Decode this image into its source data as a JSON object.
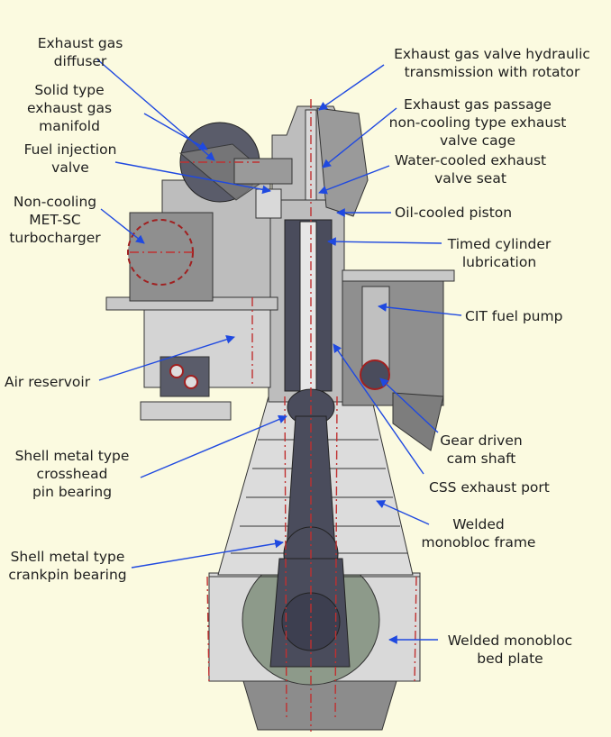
{
  "labels": {
    "exhaust_gas_diffuser": "Exhaust gas\ndiffuser",
    "solid_type_manifold": "Solid type\nexhaust gas\nmanifold",
    "fuel_injection_valve": "Fuel injection\nvalve",
    "non_cooling_turbocharger": "Non-cooling\nMET-SC\nturbocharger",
    "air_reservoir": "Air reservoir",
    "crosshead_pin_bearing": "Shell metal type\ncrosshead\npin bearing",
    "crankpin_bearing": "Shell metal type\ncrankpin bearing",
    "exhaust_valve_hydraulic": "Exhaust gas valve hydraulic\ntransmission with rotator",
    "exhaust_gas_passage": "Exhaust gas passage\nnon-cooling type exhaust\nvalve cage",
    "water_cooled_seat": "Water-cooled exhaust\nvalve seat",
    "oil_cooled_piston": "Oil-cooled piston",
    "timed_cylinder_lubrication": "Timed cylinder\nlubrication",
    "cit_fuel_pump": "CIT fuel pump",
    "gear_driven_cam_shaft": "Gear driven\ncam shaft",
    "css_exhaust_port": "CSS exhaust port",
    "welded_monobloc_frame": "Welded\nmonobloc frame",
    "welded_monobloc_bed_plate": "Welded monobloc\nbed plate"
  },
  "colors": {
    "background": "#fbfae0",
    "leader_line": "#1f49e0",
    "centerline": "#c03030",
    "engine_light": "#d8d8d8",
    "engine_mid": "#9a9a9a",
    "engine_dark": "#3d3f50"
  }
}
